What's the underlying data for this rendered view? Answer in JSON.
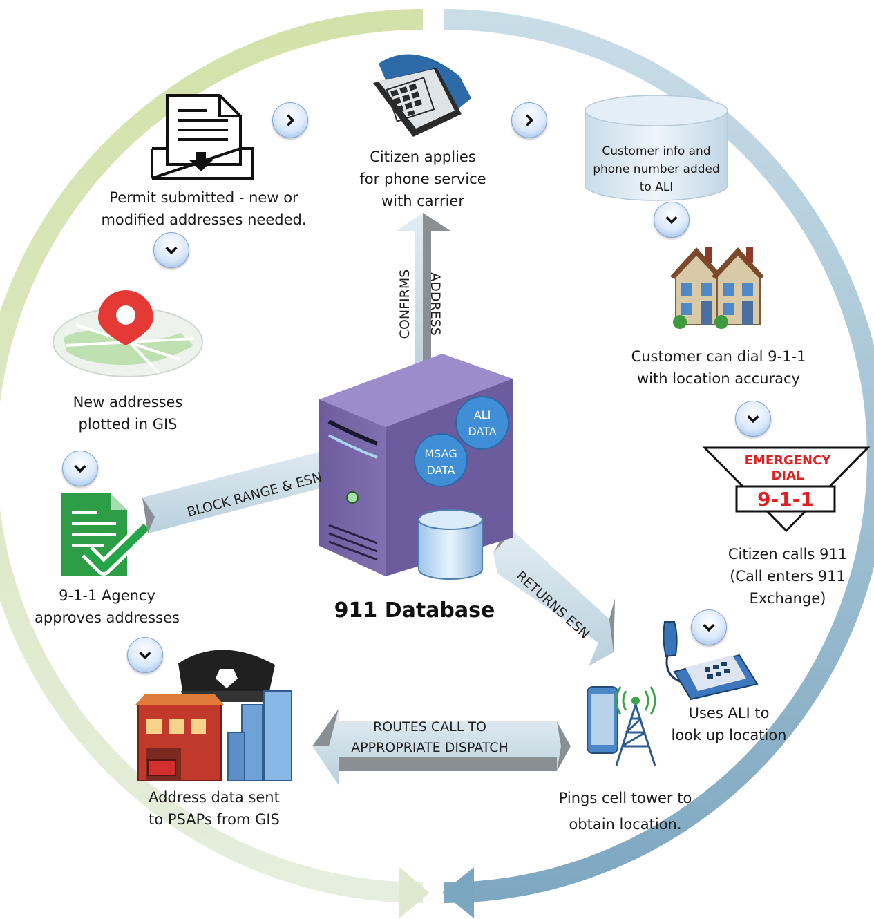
{
  "title": "911 Database",
  "cycle_colors": {
    "left_arc": "#d5e3b2",
    "right_arc": "#a3c3d3"
  },
  "steps": {
    "permit": "Permit submitted - new or\nmodified addresses needed.",
    "phone_service": "Citizen applies\nfor phone service\nwith carrier",
    "ali_added": "Customer info and\nphone number added\nto ALI",
    "dial_accuracy": "Customer can dial 9-1-1\nwith location accuracy",
    "gis_plotted": "New addresses\nplotted in GIS",
    "agency_approves": "9-1-1 Agency\napproves addresses",
    "citizen_calls": "Citizen calls 911\n(Call enters 911\nExchange)",
    "uses_ali": "Uses ALI to\nlook up location",
    "psap_sent": "Address data sent\nto PSAPs from GIS",
    "cell_tower": "Pings cell tower to\nobtain location."
  },
  "arrows": {
    "confirms": "CONFIRMS",
    "address": "ADDRESS",
    "block_range": "BLOCK RANGE & ESN",
    "returns_esn": "RETURNS ESN",
    "routes_line1": "ROUTES CALL TO",
    "routes_line2": "APPROPRIATE DISPATCH"
  },
  "server": {
    "ali_1": "ALI",
    "ali_2": "DATA",
    "msag_1": "MSAG",
    "msag_2": "DATA"
  },
  "sign": {
    "line1": "EMERGENCY",
    "line2": "DIAL",
    "number": "9-1-1"
  },
  "icons": [
    "document-inbox-icon",
    "telephone-icon",
    "database-cylinder-icon",
    "houses-icon",
    "map-pin-icon",
    "emergency-sign-icon",
    "approved-document-icon",
    "desk-phone-icon",
    "police-city-icon",
    "cell-tower-icon",
    "server-icon",
    "chevron-right-icon",
    "chevron-down-icon"
  ]
}
